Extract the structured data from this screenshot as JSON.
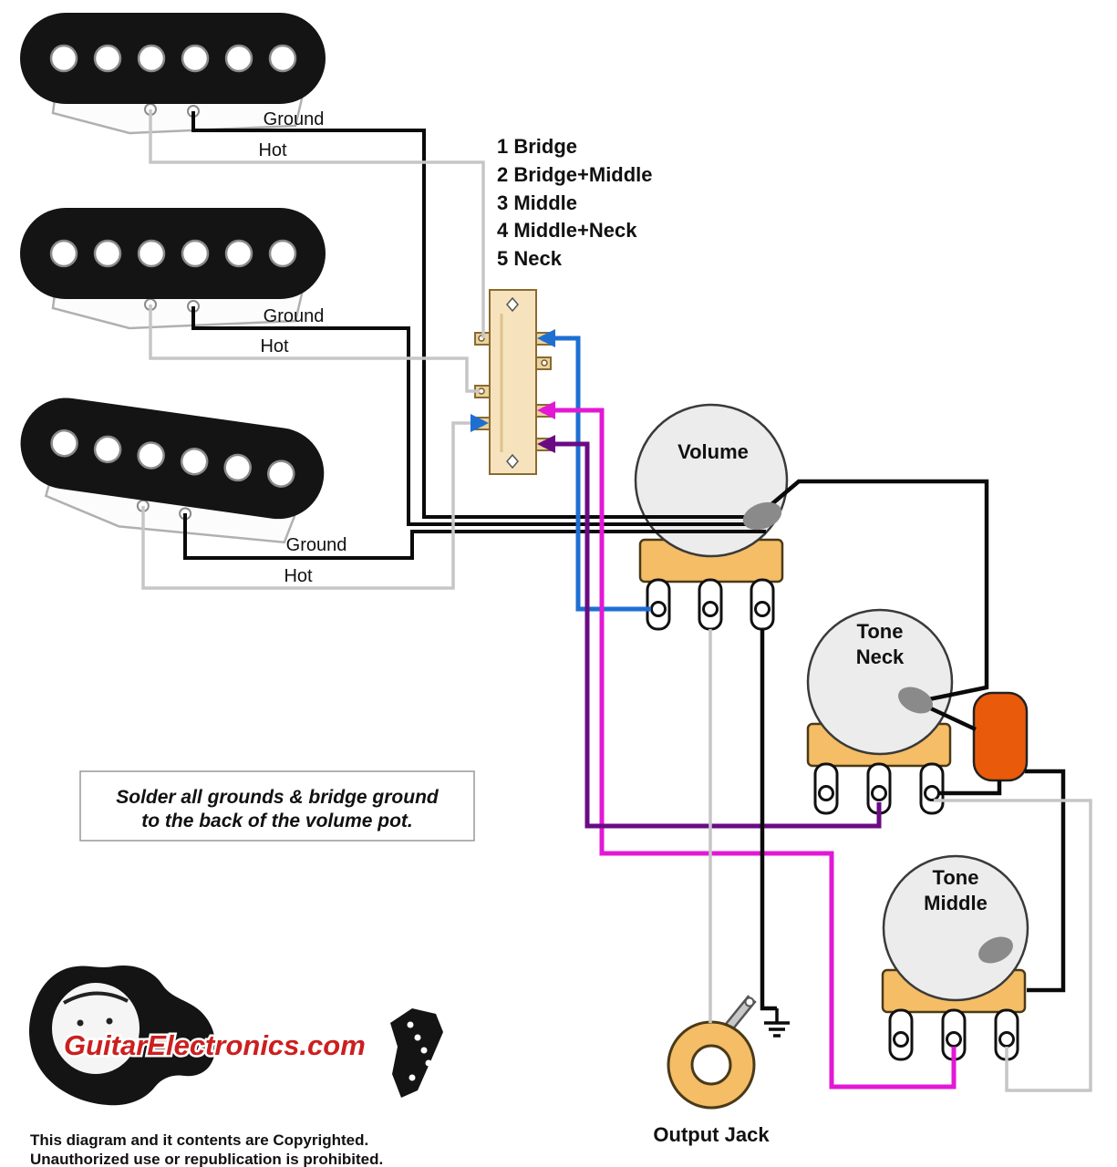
{
  "switch": {
    "positions": [
      "1 Bridge",
      "2 Bridge+Middle",
      "3 Middle",
      "4 Middle+Neck",
      "5 Neck"
    ]
  },
  "pickups": [
    {
      "ground_label": "Ground",
      "hot_label": "Hot"
    },
    {
      "ground_label": "Ground",
      "hot_label": "Hot"
    },
    {
      "ground_label": "Ground",
      "hot_label": "Hot"
    }
  ],
  "controls": {
    "volume_label": "Volume",
    "tone_neck_line1": "Tone",
    "tone_neck_line2": "Neck",
    "tone_middle_line1": "Tone",
    "tone_middle_line2": "Middle",
    "output_jack_label": "Output Jack"
  },
  "note": {
    "line1": "Solder all grounds & bridge ground",
    "line2": "to the back of the volume pot."
  },
  "branding": {
    "logo_text": "GuitarElectronics.com",
    "copyright_line1": "This diagram and it contents are Copyrighted.",
    "copyright_line2": "Unauthorized use or republication is prohibited."
  },
  "colors": {
    "ground_wire": "#0a0a0a",
    "hot_wire": "#c6c6c6",
    "selector_wire_blue": "#1e6fd2",
    "tone_middle_wire_magenta": "#e318d6",
    "tone_neck_wire_purple": "#6a0b84",
    "pot_base_tan": "#f4bd66",
    "pot_body_gray": "#ececec",
    "capacitor_orange": "#ea5a0b",
    "switch_body_tan": "#f6e3bd",
    "solder_gray": "#8a8a8a",
    "logo_red": "#cc1f1f"
  }
}
